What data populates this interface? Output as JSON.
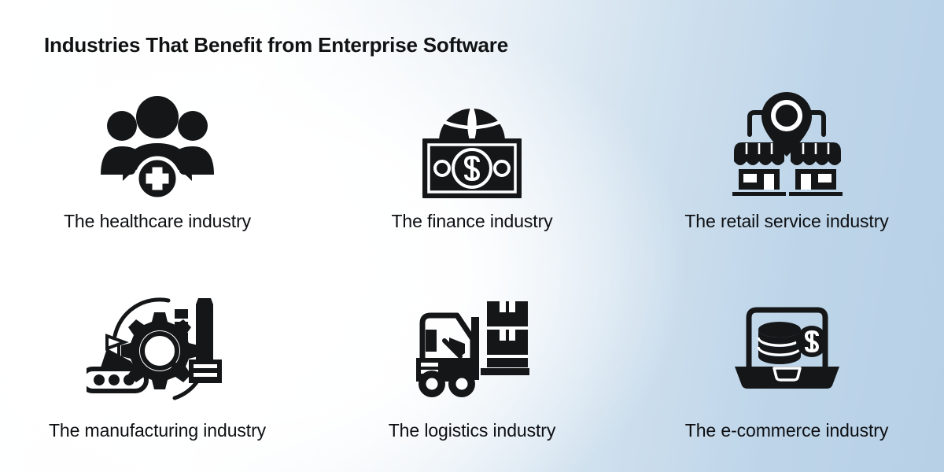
{
  "title": "Industries That Benefit from Enterprise Software",
  "theme": {
    "background_left": "#ffffff",
    "background_right": "#b7d0e6",
    "icon_color": "#141618",
    "text_color": "#0d0f12"
  },
  "items": [
    {
      "label": "The healthcare industry",
      "icon": "people-medical-cross-icon"
    },
    {
      "label": "The finance industry",
      "icon": "globe-banknote-dollar-icon"
    },
    {
      "label": "The retail service industry",
      "icon": "map-pin-two-storefronts-icon"
    },
    {
      "label": "The manufacturing industry",
      "icon": "gear-conveyor-factory-icon"
    },
    {
      "label": "The logistics industry",
      "icon": "forklift-boxes-icon"
    },
    {
      "label": "The e-commerce industry",
      "icon": "laptop-coins-dollar-icon"
    }
  ]
}
